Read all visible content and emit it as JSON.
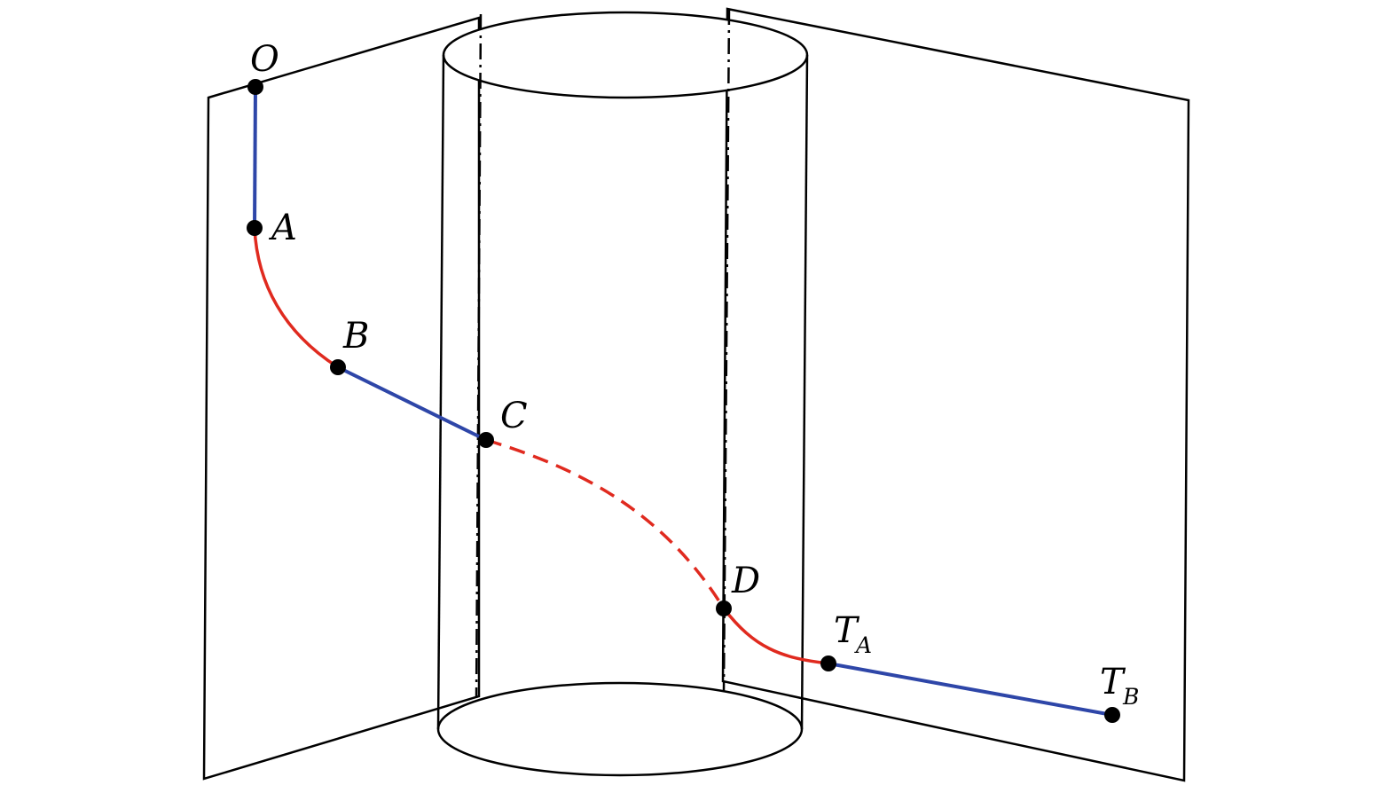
{
  "colors": {
    "line": "#000000",
    "straight_segment": "#2e46a8",
    "curved_segment": "#e02a1f",
    "point": "#000000",
    "background": "#ffffff"
  },
  "points": [
    {
      "id": "O",
      "label": "O",
      "subscript": ""
    },
    {
      "id": "A",
      "label": "A",
      "subscript": ""
    },
    {
      "id": "B",
      "label": "B",
      "subscript": ""
    },
    {
      "id": "C",
      "label": "C",
      "subscript": ""
    },
    {
      "id": "D",
      "label": "D",
      "subscript": ""
    },
    {
      "id": "TA",
      "label": "T",
      "subscript": "A"
    },
    {
      "id": "TB",
      "label": "T",
      "subscript": "B"
    }
  ]
}
